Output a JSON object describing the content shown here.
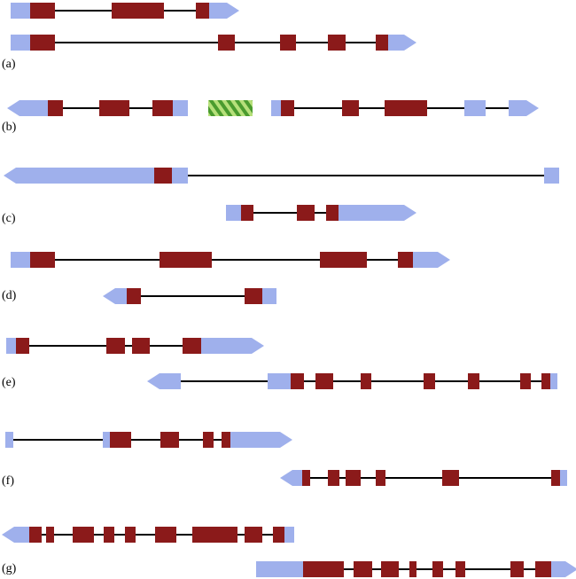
{
  "colors": {
    "intron": "#000000",
    "exon": "#8b1a1a",
    "utr": "#9fb0ec",
    "pattern_light": "#b6e07a",
    "pattern_dark": "#4a9b2e"
  },
  "panels": [
    {
      "label": "(a)"
    },
    {
      "label": "(b)"
    },
    {
      "label": "(c)"
    },
    {
      "label": "(d)"
    },
    {
      "label": "(e)"
    },
    {
      "label": "(f)"
    },
    {
      "label": "(g)"
    }
  ]
}
